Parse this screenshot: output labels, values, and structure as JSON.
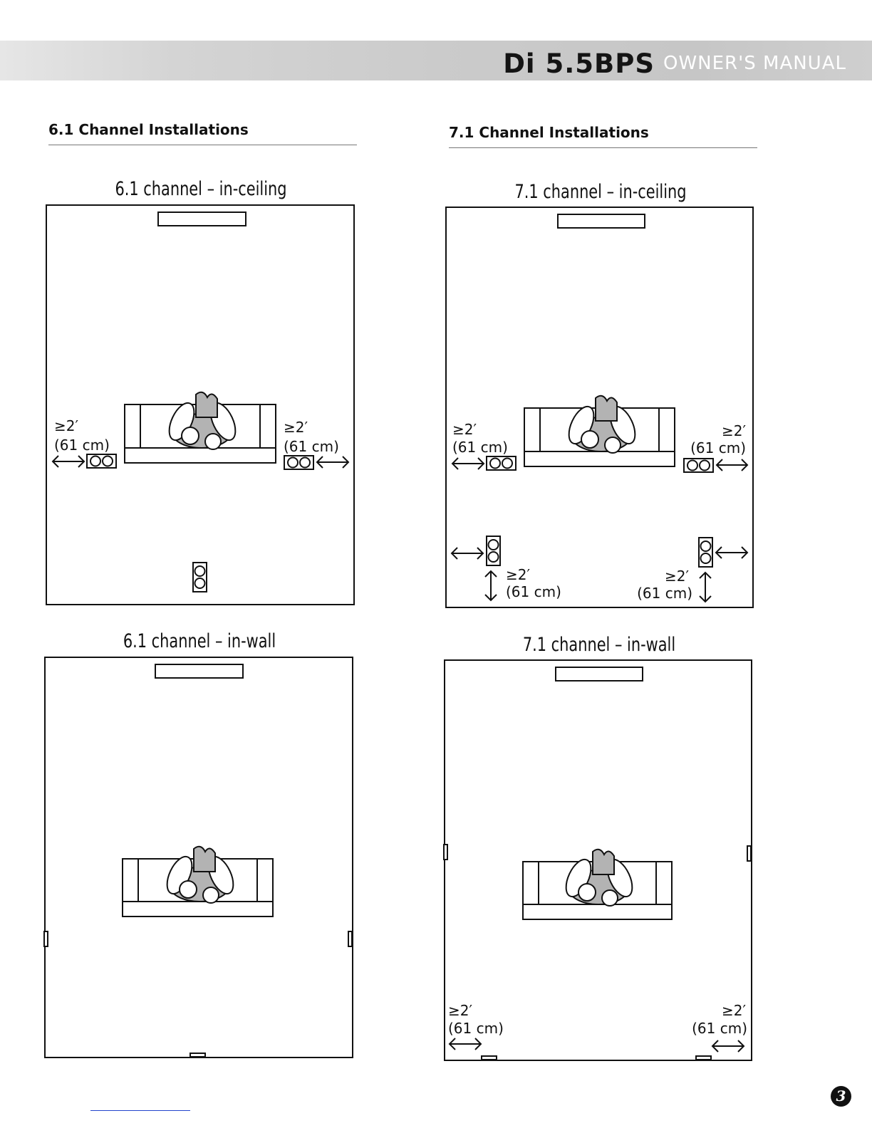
{
  "header": {
    "model": "Di 5.5BPS",
    "manual": "OWNER'S MANUAL"
  },
  "left_section": {
    "title": "6.1 Channel Installations",
    "diagrams": [
      {
        "title": "6.1 channel – in-ceiling"
      },
      {
        "title": "6.1 channel – in-wall"
      }
    ]
  },
  "right_section": {
    "title": "7.1 Channel Installations",
    "diagrams": [
      {
        "title": "7.1 channel – in-ceiling"
      },
      {
        "title": "7.1 channel – in-wall"
      }
    ]
  },
  "labels": {
    "min_distance": "≥2′",
    "metric_distance": "(61 cm)"
  },
  "page": {
    "number": "3"
  }
}
